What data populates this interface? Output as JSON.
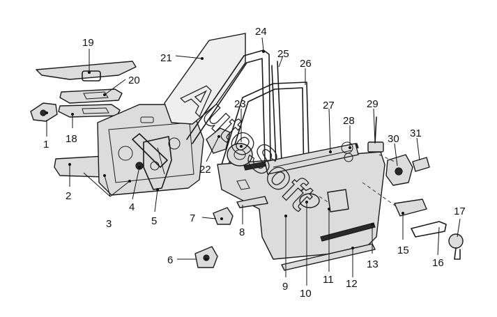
{
  "diagram": {
    "watermark": "AutoSoft",
    "callouts": {
      "c1": "1",
      "c2": "2",
      "c3": "3",
      "c4": "4",
      "c5": "5",
      "c6": "6",
      "c7": "7",
      "c8": "8",
      "c9": "9",
      "c10": "10",
      "c11": "11",
      "c12": "12",
      "c13": "13",
      "c15": "15",
      "c16": "16",
      "c17": "17",
      "c18": "18",
      "c19": "19",
      "c20": "20",
      "c21": "21",
      "c22": "22",
      "c23": "23",
      "c24": "24",
      "c25": "25",
      "c26": "26",
      "c27": "27",
      "c28": "28",
      "c29": "29",
      "c30": "30",
      "c31": "31"
    }
  }
}
